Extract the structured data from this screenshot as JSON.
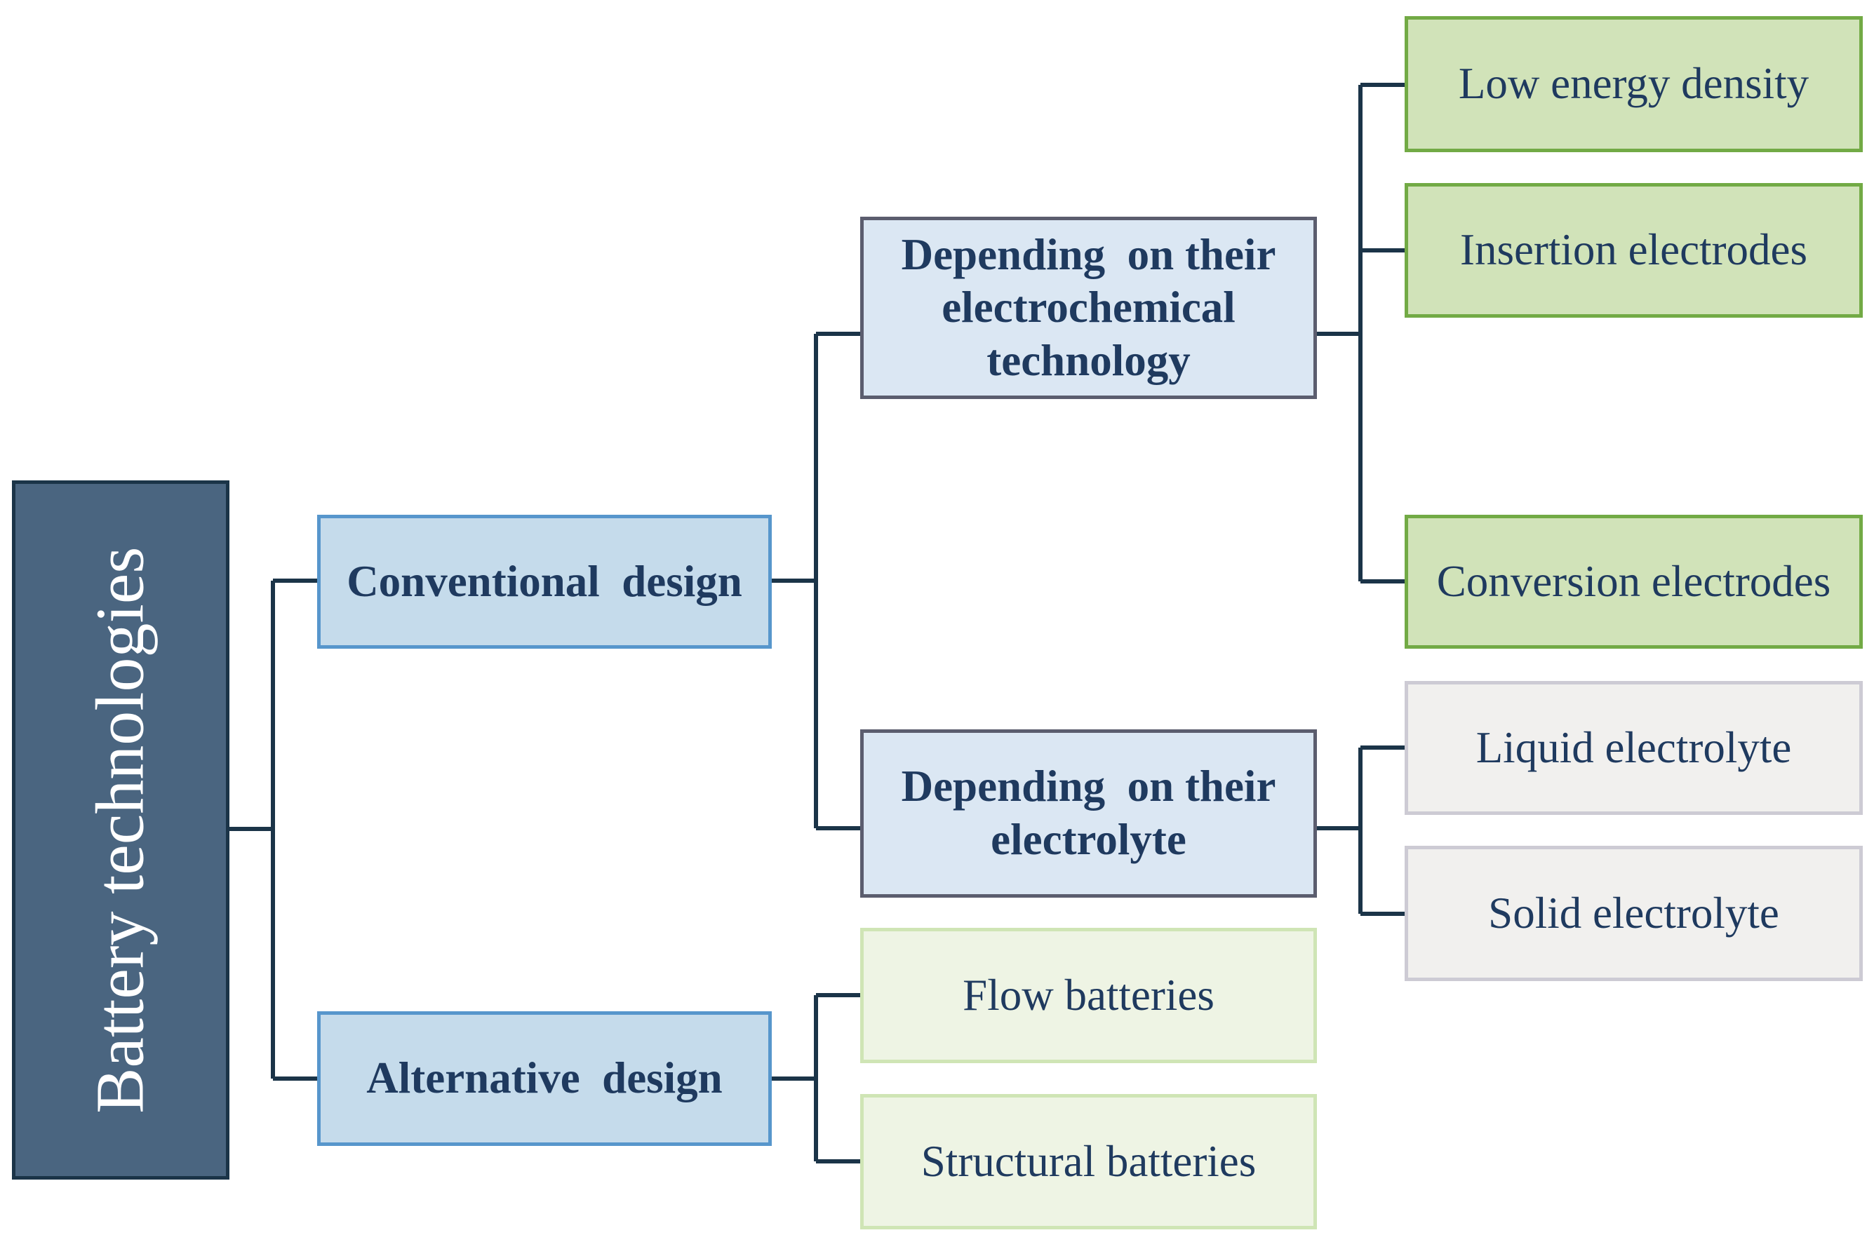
{
  "diagram": {
    "root": {
      "label": "Battery technologies"
    },
    "conventional": {
      "label": "Conventional  design",
      "electrochemical": {
        "label": "Depending  on their electrochemical technology",
        "children": [
          "Low energy density",
          "Insertion electrodes",
          "Conversion electrodes"
        ]
      },
      "electrolyte": {
        "label": "Depending  on their electrolyte",
        "children": [
          "Liquid electrolyte",
          "Solid electrolyte"
        ]
      }
    },
    "alternative": {
      "label": "Alternative  design",
      "children": [
        "Flow batteries",
        "Structural batteries"
      ]
    }
  },
  "colors": {
    "root_fill": "#4a6580",
    "level1_fill": "#c5dbeb",
    "level2_fill": "#dbe7f3",
    "green_fill": "#d1e3b9",
    "gray_fill": "#f1f0ee",
    "pale_green_fill": "#eef4e4",
    "connector": "#1b3448",
    "text": "#1f3a5f"
  }
}
